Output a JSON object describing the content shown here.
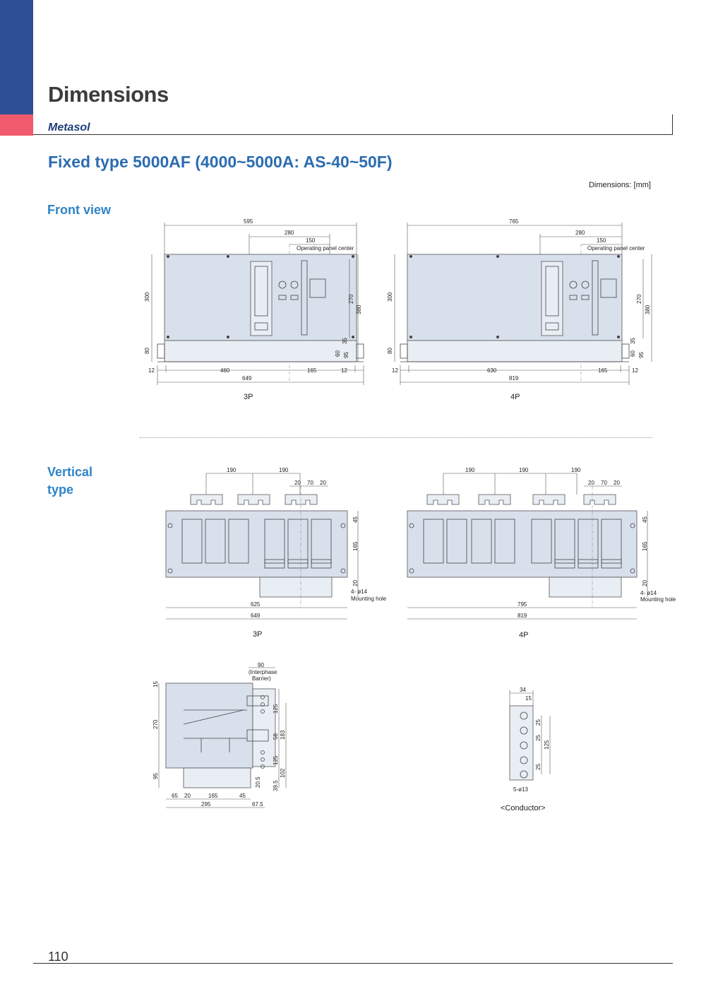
{
  "header": {
    "title": "Dimensions",
    "brand": "Metasol",
    "subtitle": "Fixed type 5000AF (4000~5000A: AS-40~50F)",
    "dimensions_note": "Dimensions: [mm]"
  },
  "sections": {
    "front_view": "Front view",
    "vertical_line1": "Vertical",
    "vertical_line2": "type"
  },
  "front_3p": {
    "caption": "3P",
    "top_dims": [
      "595",
      "280",
      "150"
    ],
    "panel_label": "Operating panel center",
    "left_dims": [
      "300",
      "80"
    ],
    "right_dims": [
      "270",
      "380",
      "35",
      "60",
      "95"
    ],
    "bottom_row": [
      "12",
      "460",
      "165",
      "12"
    ],
    "overall": "649"
  },
  "front_4p": {
    "caption": "4P",
    "top_dims": [
      "765",
      "280",
      "150"
    ],
    "panel_label": "Operating panel center",
    "left_dims": [
      "300",
      "80"
    ],
    "right_dims": [
      "270",
      "380",
      "35",
      "60",
      "95"
    ],
    "bottom_row": [
      "12",
      "630",
      "165",
      "12"
    ],
    "overall": "819"
  },
  "vertical_3p": {
    "caption": "3P",
    "top_dims": [
      "190",
      "190"
    ],
    "terminal_dims": [
      "20",
      "70",
      "20"
    ],
    "right_dims": [
      "45",
      "165",
      "20"
    ],
    "hole_label": "4- ø14",
    "hole_note": "Mounting hole",
    "bottom_dims": [
      "625",
      "649"
    ]
  },
  "vertical_4p": {
    "caption": "4P",
    "top_dims": [
      "190",
      "190",
      "190"
    ],
    "terminal_dims": [
      "20",
      "70",
      "20"
    ],
    "right_dims": [
      "45",
      "165",
      "20"
    ],
    "hole_label": "4- ø14",
    "hole_note": "Mounting hole",
    "bottom_dims": [
      "795",
      "819"
    ]
  },
  "side_view": {
    "top_dim": "90",
    "top_note_1": "(Interphase",
    "top_note_2": "Barrier)",
    "left_dims": [
      "15",
      "270",
      "95"
    ],
    "right_dims": [
      "125",
      "58",
      "183",
      "125",
      "20.5",
      "39.5",
      "102"
    ],
    "bottom_row": [
      "65",
      "20",
      "165",
      "45"
    ],
    "bottom_row2": [
      "295",
      "67.5"
    ]
  },
  "conductor": {
    "caption": "<Conductor>",
    "top_dims": [
      "34",
      "15"
    ],
    "right_dims": [
      "25",
      "25",
      "25",
      "125"
    ],
    "hole_label": "5-ø13"
  },
  "footer": {
    "page_number": "110"
  }
}
